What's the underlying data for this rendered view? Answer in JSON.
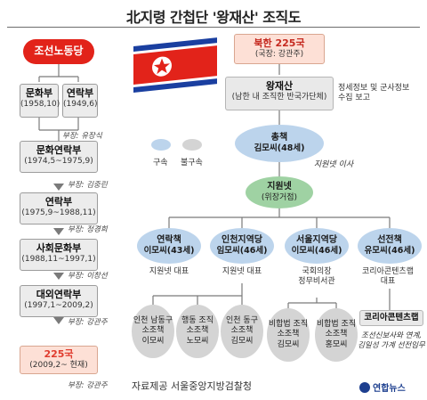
{
  "title": "北지령 간첩단 '왕재산' 조직도",
  "left_chain": {
    "top": "조선노동당",
    "branches": [
      {
        "name": "문화부",
        "dates": "(1958,10)"
      },
      {
        "name": "연락부",
        "dates": "(1949,6)"
      }
    ],
    "note_1": "부장: 유장식",
    "boxes": [
      {
        "name": "문화연락부",
        "dates": "(1974,5~1975,9)",
        "note": "부장: 김중린"
      },
      {
        "name": "연락부",
        "dates": "(1975,9~1988,11)",
        "note": "부장: 정경희"
      },
      {
        "name": "사회문화부",
        "dates": "(1988,11~1997,1)",
        "note": "부장: 이창선"
      },
      {
        "name": "대외연락부",
        "dates": "(1997,1~2009,2)",
        "note": "부장: 강관주"
      },
      {
        "name": "225국",
        "dates": "(2009,2~ 현재)",
        "note": "부장: 강관주"
      }
    ]
  },
  "right_tree": {
    "top": {
      "name": "북한 225국",
      "sub": "(국장: 강관주)"
    },
    "wangjaesan": {
      "name": "왕재산",
      "sub": "(남한 내 조직한 반국가단체)",
      "side": "정세정보 및 군사정보\n수집 보고"
    },
    "chongchaek": {
      "role": "총책",
      "person": "김모씨(48세)",
      "caption": "지원넷 이사"
    },
    "legend": {
      "affiliated": "구속",
      "unaffiliated": "불구속"
    },
    "jiwonnet": {
      "name": "지원넷",
      "sub": "(위장거점)"
    },
    "sub_leaders": [
      {
        "role": "연락책",
        "person": "이모씨(43세)",
        "caption": "지원넷 대표"
      },
      {
        "role": "인천지역당",
        "person": "임모씨(46세)",
        "caption": "지원넷 대표"
      },
      {
        "role": "서울지역당",
        "person": "이모씨(46세)",
        "caption": "국회의장\n정무비서관"
      },
      {
        "role": "선전책",
        "person": "유모씨(46세)",
        "caption": "코리아콘텐츠랩\n대표"
      }
    ],
    "cells": [
      {
        "l1": "인천 남동구",
        "l2": "소조책",
        "l3": "이모씨"
      },
      {
        "l1": "행동 조직",
        "l2": "소조책",
        "l3": "노모씨"
      },
      {
        "l1": "인천 동구",
        "l2": "소조책",
        "l3": "김모씨"
      },
      {
        "l1": "비합법 조직",
        "l2": "소조책",
        "l3": "김모씨"
      },
      {
        "l1": "비합법 조직",
        "l2": "소조책",
        "l3": "홍모씨"
      }
    ],
    "company": {
      "name": "코리아콘텐츠랩",
      "desc": "조선신보사와 연계,\n김일성 가계 선전임무"
    }
  },
  "footer": {
    "source": "자료제공 서울중앙지방검찰청",
    "logo": "연합뉴스"
  },
  "colors": {
    "red": "#e2231a",
    "blue": "#bcd4ec",
    "green": "#9fd2a3",
    "gray": "#d4d4d4"
  }
}
